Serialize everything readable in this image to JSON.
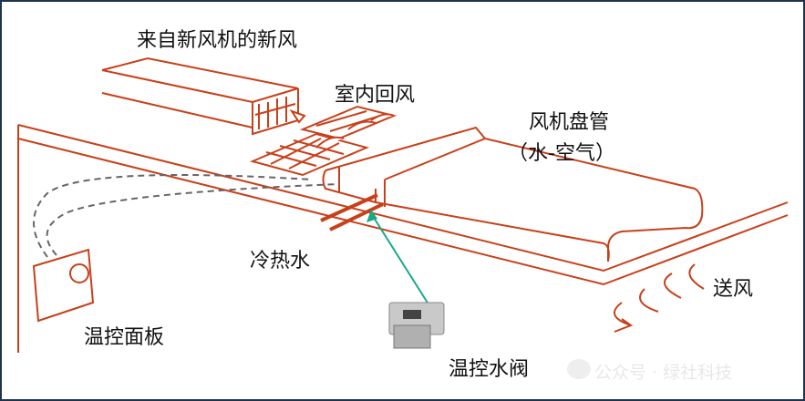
{
  "labels": {
    "fresh_air": "来自新风机的新风",
    "return_air": "室内回风",
    "fcu": "风机盘管",
    "fcu_type": "（水-空气）",
    "water": "冷热水",
    "panel": "温控面板",
    "valve": "温控水阀",
    "supply": "送风"
  },
  "watermark": "公众号 · 绿社科技",
  "colors": {
    "line": "#c8401a",
    "arrow": "#1aa88a",
    "border": "#1f3350"
  }
}
